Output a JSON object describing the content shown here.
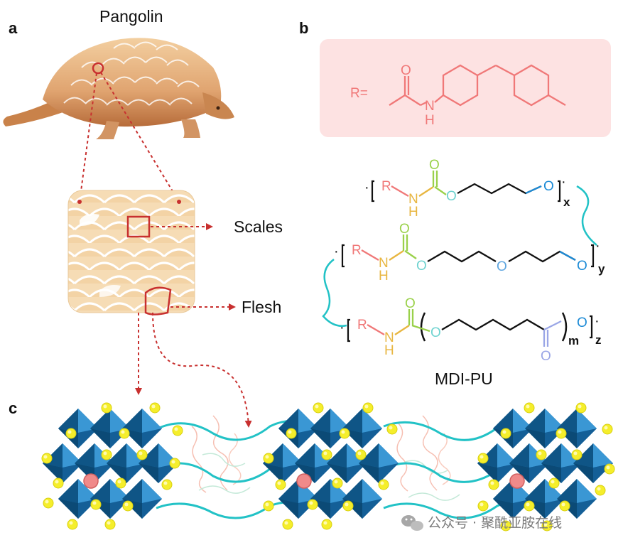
{
  "panels": {
    "a": "a",
    "b": "b",
    "c": "c"
  },
  "labels": {
    "animal": "Pangolin",
    "scales": "Scales",
    "flesh": "Flesh",
    "polymer": "MDI-PU"
  },
  "chem": {
    "r_def": "R=",
    "R": "R",
    "N": "N",
    "H": "H",
    "O": "O",
    "subs": {
      "x": "x",
      "y": "y",
      "z": "z",
      "m": "m"
    }
  },
  "watermark": "公众号 · 聚酰亚胺在线",
  "icons": [
    "pangolin-illustration",
    "scale-closeup",
    "perovskite-octahedra",
    "wechat-icon"
  ],
  "colors": {
    "red_outline": "#c8302f",
    "pink_box": "#fde2e2",
    "R_red": "#f07878",
    "N_yellow": "#e8b640",
    "O_green": "#9ad14a",
    "O_cyan": "#6fd3d0",
    "O_blue": "#1b8ad6",
    "O_periwinkle": "#9aa6e6",
    "teal_chain": "#22c2c6",
    "octa_blue": "#1a6fa8",
    "atom_yellow": "#f5ee2b"
  }
}
